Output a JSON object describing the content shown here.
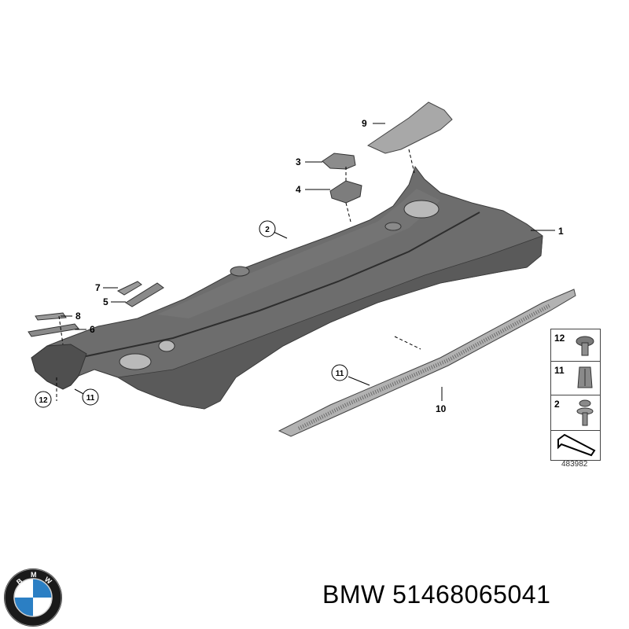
{
  "diagram": {
    "parts": [
      {
        "number": "1"
      },
      {
        "number": "2",
        "circled": true
      },
      {
        "number": "3"
      },
      {
        "number": "4"
      },
      {
        "number": "5"
      },
      {
        "number": "6"
      },
      {
        "number": "7"
      },
      {
        "number": "8"
      },
      {
        "number": "9"
      },
      {
        "number": "10"
      },
      {
        "number": "11",
        "circled": true
      },
      {
        "number": "11",
        "circled": true
      },
      {
        "number": "12",
        "circled": true
      }
    ],
    "legend": {
      "items": [
        {
          "number": "12",
          "icon": "clip-nut-icon"
        },
        {
          "number": "11",
          "icon": "clip-icon"
        },
        {
          "number": "2",
          "icon": "screw-icon"
        }
      ],
      "diagram_id": "483982"
    }
  },
  "caption": {
    "brand": "BMW",
    "part_number": "51468065041"
  },
  "logo": {
    "colors": {
      "ring": "#1a1a1a",
      "blue": "#2b7fc4",
      "white": "#ffffff"
    },
    "lettering": "BMW"
  }
}
